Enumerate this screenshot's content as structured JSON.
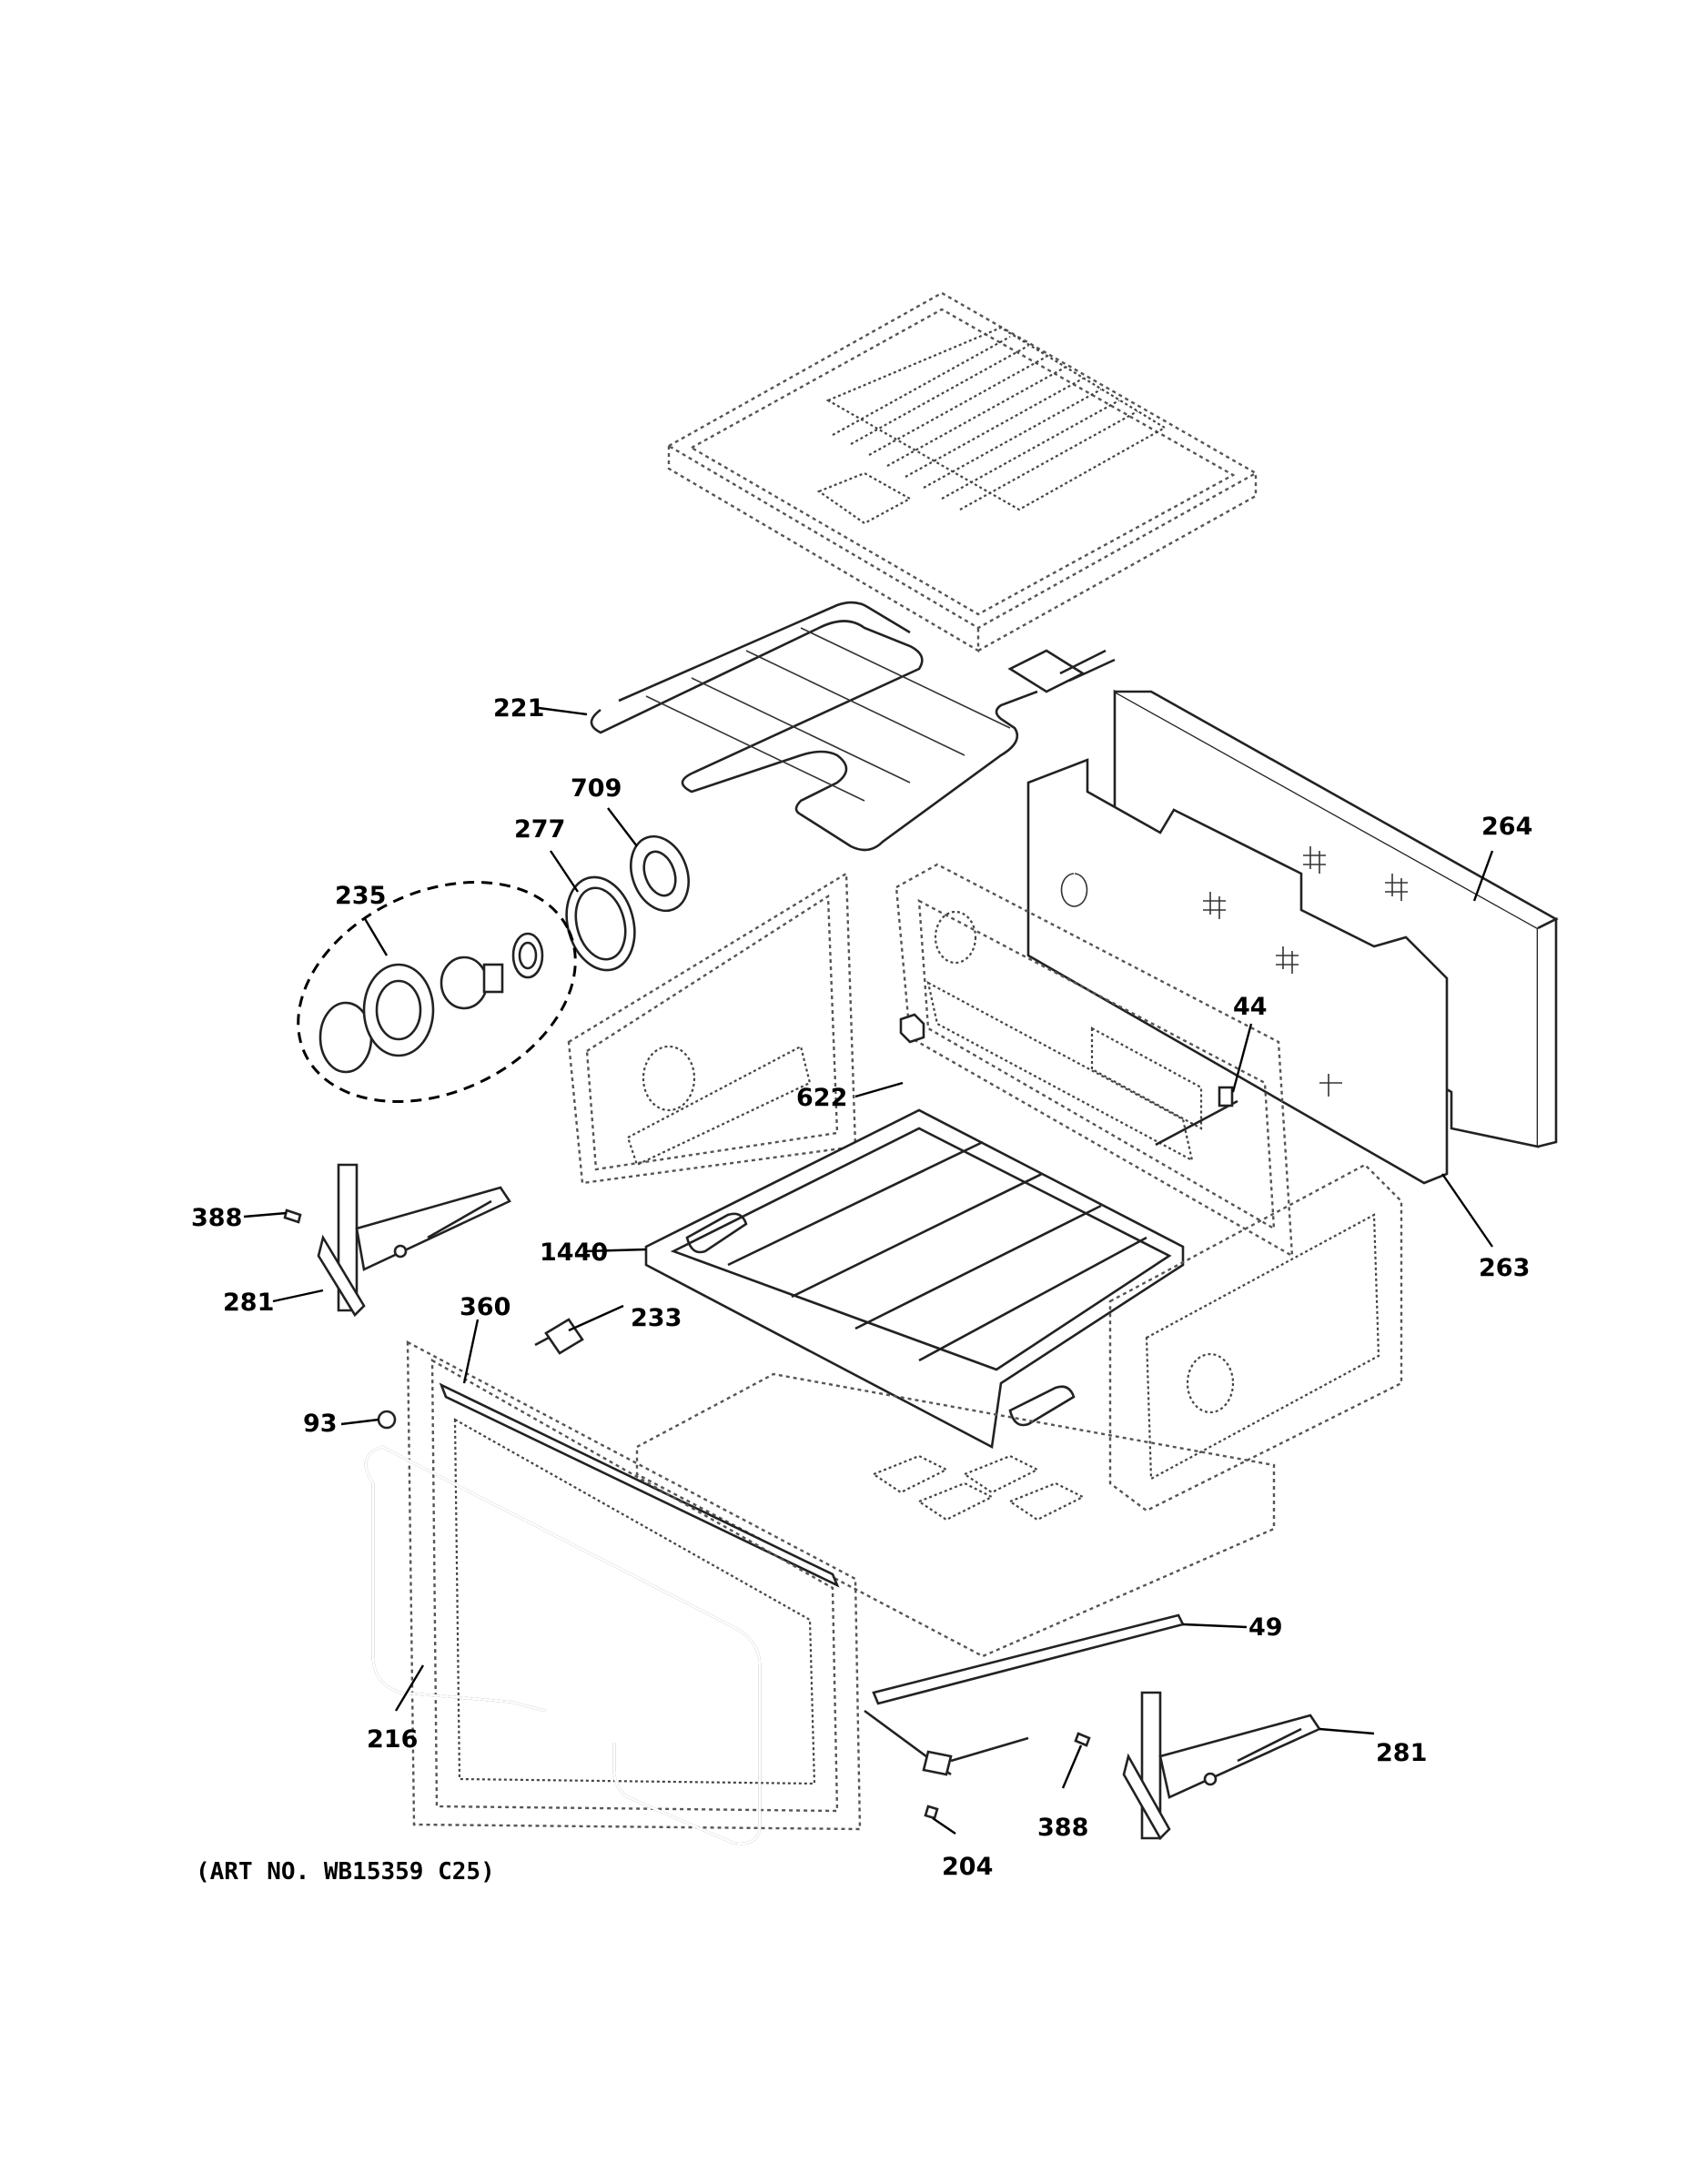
{
  "diagram": {
    "art_number": "(ART NO. WB15359 C25)",
    "callouts": [
      {
        "id": "221",
        "text": "221"
      },
      {
        "id": "709",
        "text": "709"
      },
      {
        "id": "277",
        "text": "277"
      },
      {
        "id": "235",
        "text": "235"
      },
      {
        "id": "264",
        "text": "264"
      },
      {
        "id": "44",
        "text": "44"
      },
      {
        "id": "622",
        "text": "622"
      },
      {
        "id": "388a",
        "text": "388"
      },
      {
        "id": "1440",
        "text": "1440"
      },
      {
        "id": "263",
        "text": "263"
      },
      {
        "id": "281a",
        "text": "281"
      },
      {
        "id": "360",
        "text": "360"
      },
      {
        "id": "233",
        "text": "233"
      },
      {
        "id": "93",
        "text": "93"
      },
      {
        "id": "49",
        "text": "49"
      },
      {
        "id": "216",
        "text": "216"
      },
      {
        "id": "281b",
        "text": "281"
      },
      {
        "id": "388b",
        "text": "388"
      },
      {
        "id": "204",
        "text": "204"
      }
    ]
  }
}
